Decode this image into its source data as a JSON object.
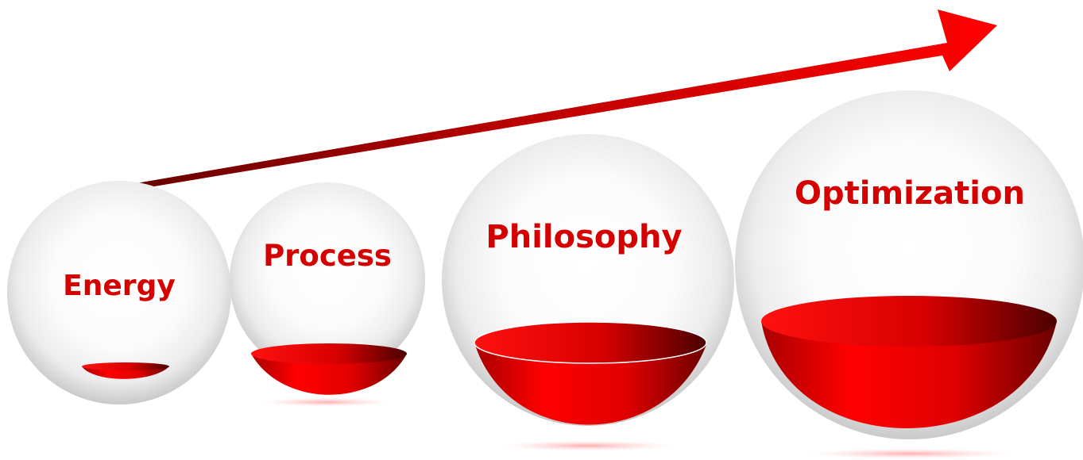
{
  "colors": {
    "accent_red": "#ff0000",
    "dark_red": "#5e0000",
    "label_red": "#d50000",
    "sphere_edge": "#c9c9c9"
  },
  "diagram": {
    "arrow": {
      "direction": "up-right",
      "meaning": "growth"
    },
    "stages": [
      {
        "label": "Energy",
        "fill_level": 0.08
      },
      {
        "label": "Process",
        "fill_level": 0.25
      },
      {
        "label": "Philosophy",
        "fill_level": 0.35
      },
      {
        "label": "Optimization",
        "fill_level": 0.42
      }
    ]
  }
}
